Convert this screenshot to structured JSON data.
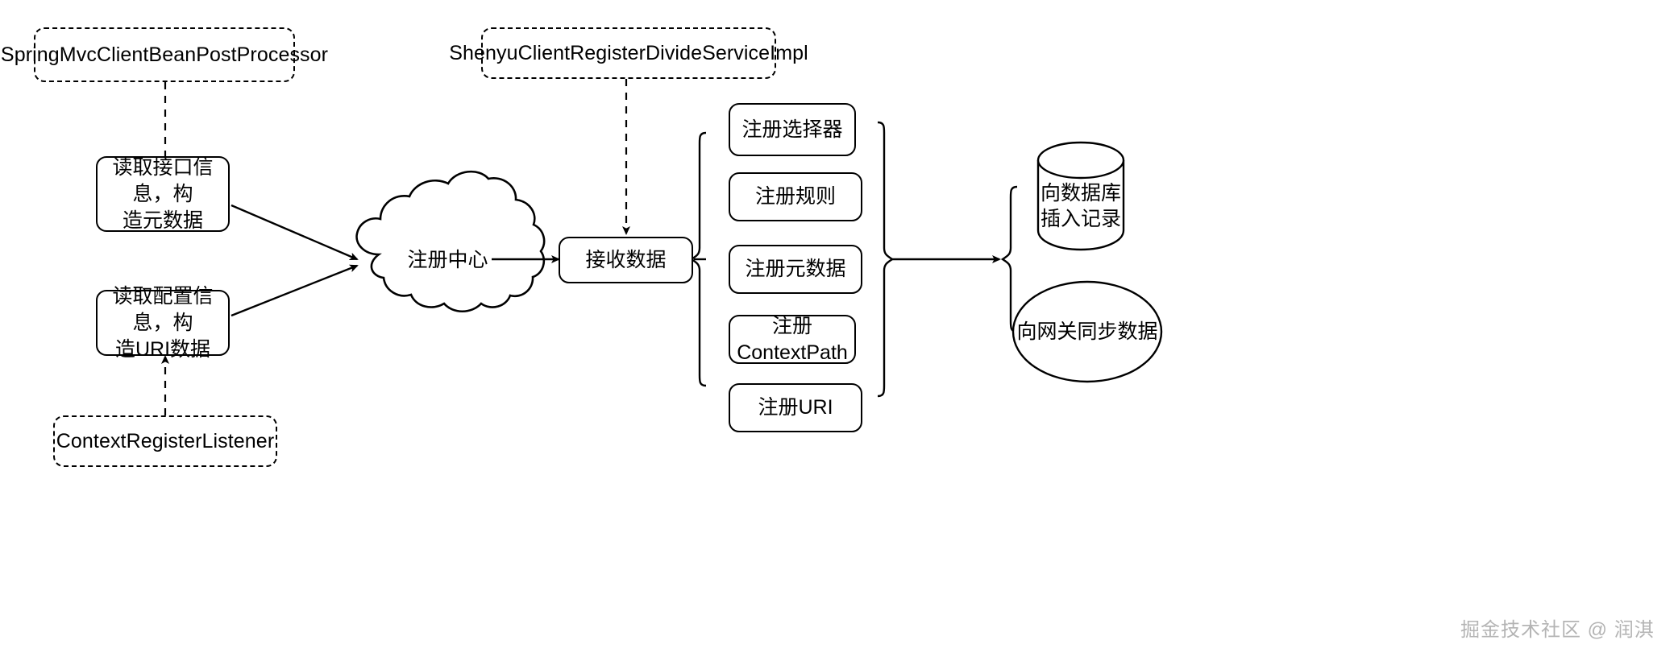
{
  "diagram": {
    "title": "Shenyu client registration flow",
    "background_color": "#ffffff",
    "stroke_color": "#000000",
    "nodes": {
      "spring_mvc_processor": "SpringMvcClientBeanPostProcessor",
      "shenyu_register_service": "ShenyuClientRegisterDivideServiceImpl",
      "context_register_listener": "ContextRegisterListener",
      "read_interface": "读取接口信息，构\n造元数据",
      "read_interface_line1": "读取接口信息，构",
      "read_interface_line2": "造元数据",
      "read_config": "读取配置信息，构\n造URI数据",
      "read_config_line1": "读取配置信息，构",
      "read_config_line2": "造URI数据",
      "registry_center": "注册中心",
      "receive_data": "接收数据",
      "register_selector": "注册选择器",
      "register_rule": "注册规则",
      "register_metadata": "注册元数据",
      "register_context_path": "注册ContextPath",
      "register_uri": "注册URI",
      "insert_db_line1": "向数据库",
      "insert_db_line2": "插入记录",
      "sync_gateway": "向网关同步数据"
    },
    "watermark": "掘金技术社区 @ 润淇"
  }
}
